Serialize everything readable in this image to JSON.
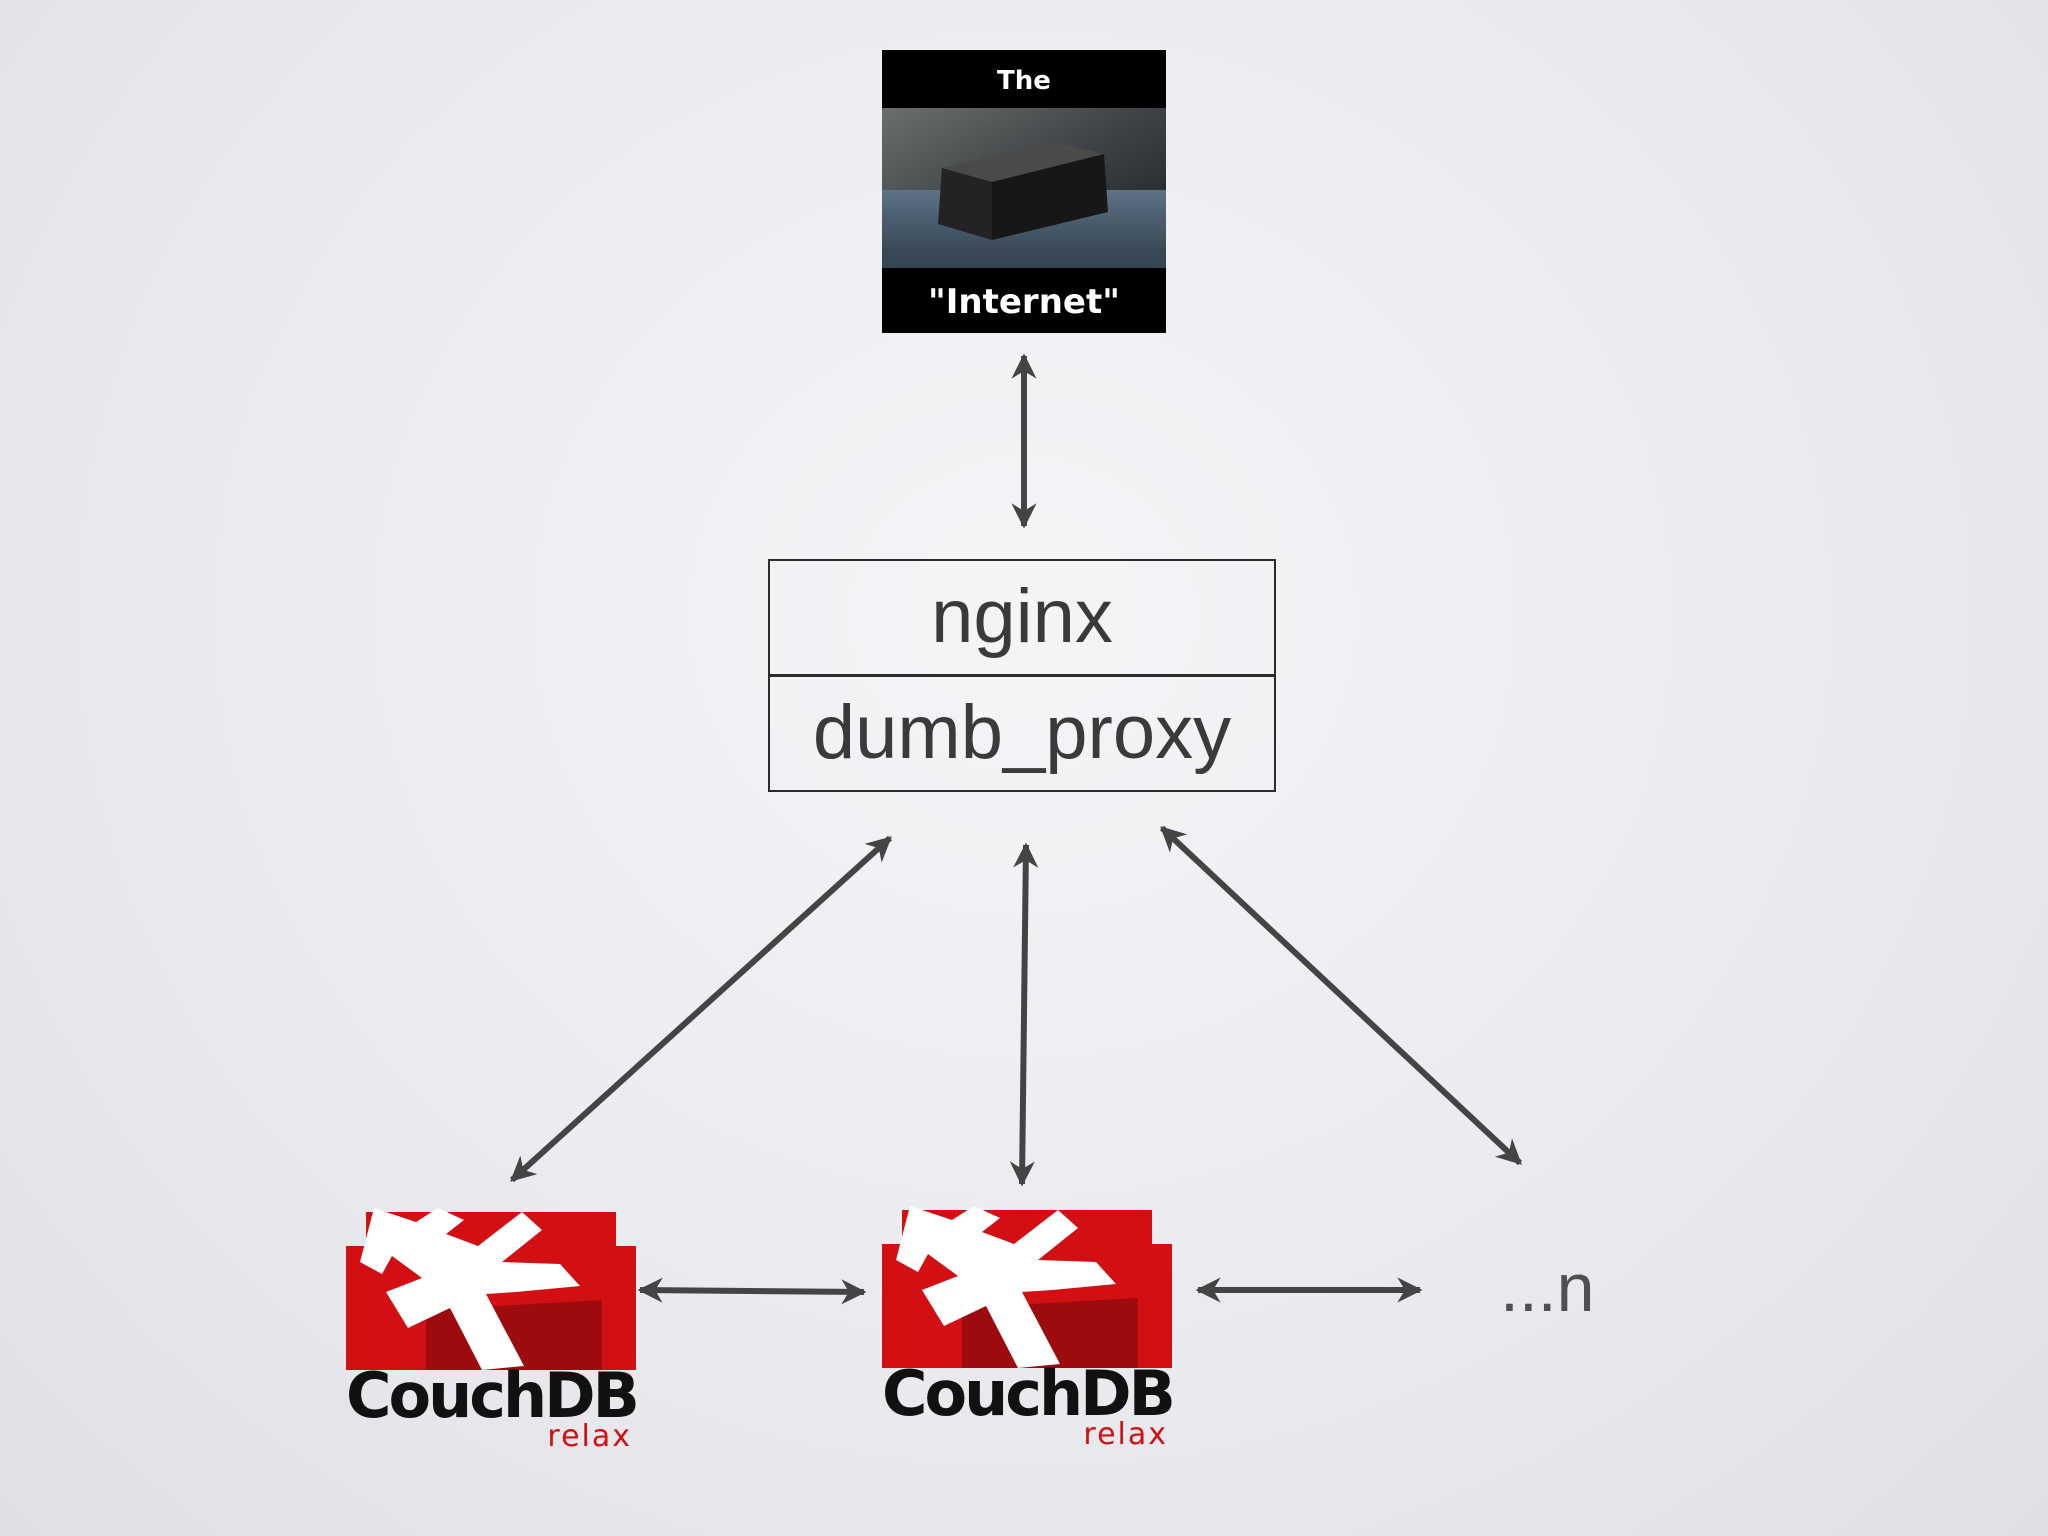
{
  "internet": {
    "top_caption": "The",
    "bottom_caption": "\"Internet\""
  },
  "proxy": {
    "top_label": "nginx",
    "bottom_label": "dumb_proxy"
  },
  "nodes": [
    {
      "word": "CouchDB",
      "tag": "relax"
    },
    {
      "word": "CouchDB",
      "tag": "relax"
    }
  ],
  "more_label": "...n",
  "colors": {
    "couch_red": "#d20f12",
    "couch_dark_red": "#9e0b0e",
    "arrow": "#444444",
    "box_border": "#2c2c2c"
  },
  "icons": [
    "double-arrow-icon",
    "couchdb-logo-icon"
  ]
}
